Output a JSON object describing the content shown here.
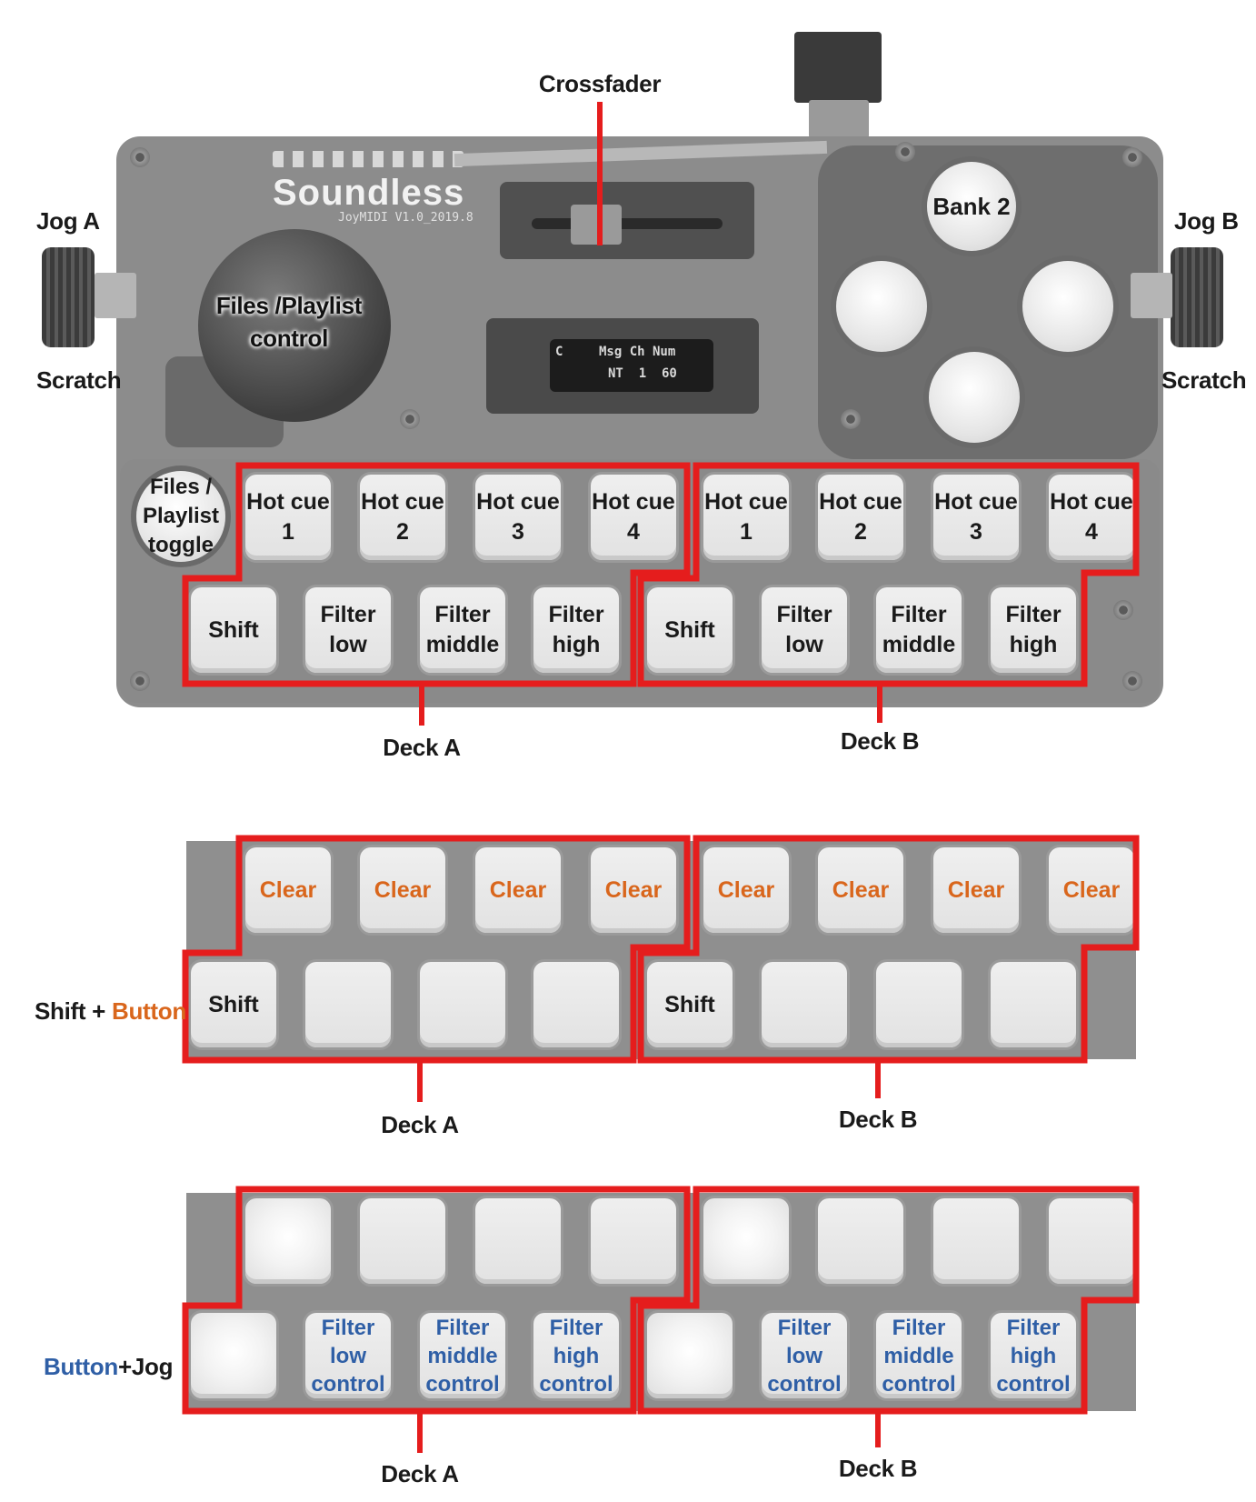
{
  "device": {
    "brand": "Soundless",
    "model": "JoyMIDI  V1.0_2019.8",
    "oled": {
      "headers": "Msg Ch Num",
      "values": "NT  1  60",
      "logo": "C"
    }
  },
  "labels": {
    "crossfader": "Crossfader",
    "jog_a": "Jog A",
    "jog_b": "Jog B",
    "scratch_a": "Scratch",
    "scratch_b": "Scratch",
    "bank2": "Bank 2",
    "files_playlist_control": "Files /Playlist\ncontrol",
    "files_playlist_toggle": "Files /\nPlaylist\ntoggle",
    "deck_a": "Deck A",
    "deck_b": "Deck B",
    "shift_plus": "Shift + ",
    "button_word_orange": "Button",
    "button_word_blue": "Button",
    "plus_jog": "+Jog"
  },
  "section1": {
    "deck_a": {
      "top": [
        "Hot cue\n1",
        "Hot cue\n2",
        "Hot cue\n3",
        "Hot cue\n4"
      ],
      "bottom": [
        "Shift",
        "Filter\nlow",
        "Filter\nmiddle",
        "Filter\nhigh"
      ]
    },
    "deck_b": {
      "top": [
        "Hot cue\n1",
        "Hot cue\n2",
        "Hot cue\n3",
        "Hot cue\n4"
      ],
      "bottom": [
        "Shift",
        "Filter\nlow",
        "Filter\nmiddle",
        "Filter\nhigh"
      ]
    }
  },
  "section2": {
    "deck_a": {
      "top": [
        "Clear",
        "Clear",
        "Clear",
        "Clear"
      ],
      "bottom": [
        "Shift",
        "",
        "",
        ""
      ]
    },
    "deck_b": {
      "top": [
        "Clear",
        "Clear",
        "Clear",
        "Clear"
      ],
      "bottom": [
        "Shift",
        "",
        "",
        ""
      ]
    }
  },
  "section3": {
    "deck_a": {
      "top": [
        "",
        "",
        "",
        ""
      ],
      "bottom": [
        "",
        "Filter\nlow\ncontrol",
        "Filter\nmiddle\ncontrol",
        "Filter\nhigh\ncontrol"
      ]
    },
    "deck_b": {
      "top": [
        "",
        "",
        "",
        ""
      ],
      "bottom": [
        "",
        "Filter\nlow\ncontrol",
        "Filter\nmiddle\ncontrol",
        "Filter\nhigh\ncontrol"
      ]
    }
  },
  "colors": {
    "outline_red": "#e51d1d",
    "orange_text": "#d9661c",
    "blue_text": "#2f5fa6"
  }
}
